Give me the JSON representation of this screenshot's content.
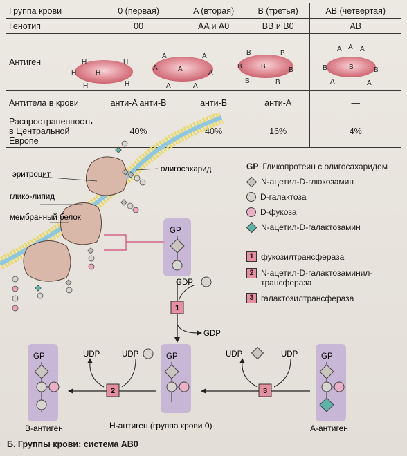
{
  "table": {
    "headers": [
      "Группа крови",
      "0 (первая)",
      "A (вторая)",
      "B (третья)",
      "AB (четвертая)"
    ],
    "rows": [
      {
        "label": "Генотип",
        "cells": [
          "00",
          "AA и A0",
          "BB и B0",
          "AB"
        ]
      },
      {
        "label": "Антиген",
        "cells": [
          "",
          "",
          "",
          ""
        ]
      },
      {
        "label": "Антитела в крови",
        "cells": [
          "анти-A анти-B",
          "анти-B",
          "анти-A",
          "—"
        ]
      },
      {
        "label": "Распространенность в Центральной Европе",
        "cells": [
          "40%",
          "40%",
          "16%",
          "4%"
        ]
      }
    ],
    "antigen_marks": [
      "H",
      "A",
      "B"
    ]
  },
  "diagram": {
    "erythrocyte": "эритроцит",
    "oligosaccharide": "олигосахарид",
    "glycolipid": "глико-липид",
    "membrane_protein": "мембранный белок",
    "gp": "GP",
    "gdp": "GDP",
    "udp": "UDP",
    "b_antigen": "B-антиген",
    "h_antigen": "H-антиген (группа крови 0)",
    "a_antigen": "A-антиген"
  },
  "legend": {
    "gp": "Гликопротеин с олигосахаридом",
    "glcnac": "N-ацетил-D-глюкозамин",
    "gal": "D-галактоза",
    "fuc": "D-фукоза",
    "galnac": "N-ацетил-D-галактозамин",
    "enzymes": [
      {
        "num": "1",
        "name": "фукозилтрансфераза"
      },
      {
        "num": "2",
        "name": "N-ацетил-D-галактозаминил-трансфераза"
      },
      {
        "num": "3",
        "name": "галактозилтрансфераза"
      }
    ]
  },
  "caption": "Б. Группы крови: система AB0",
  "colors": {
    "cell": "#d9717f",
    "purple": "#bfa8d6",
    "pink": "#e58fa0",
    "teal": "#5fb3a8",
    "grey": "#c9c4c0"
  }
}
